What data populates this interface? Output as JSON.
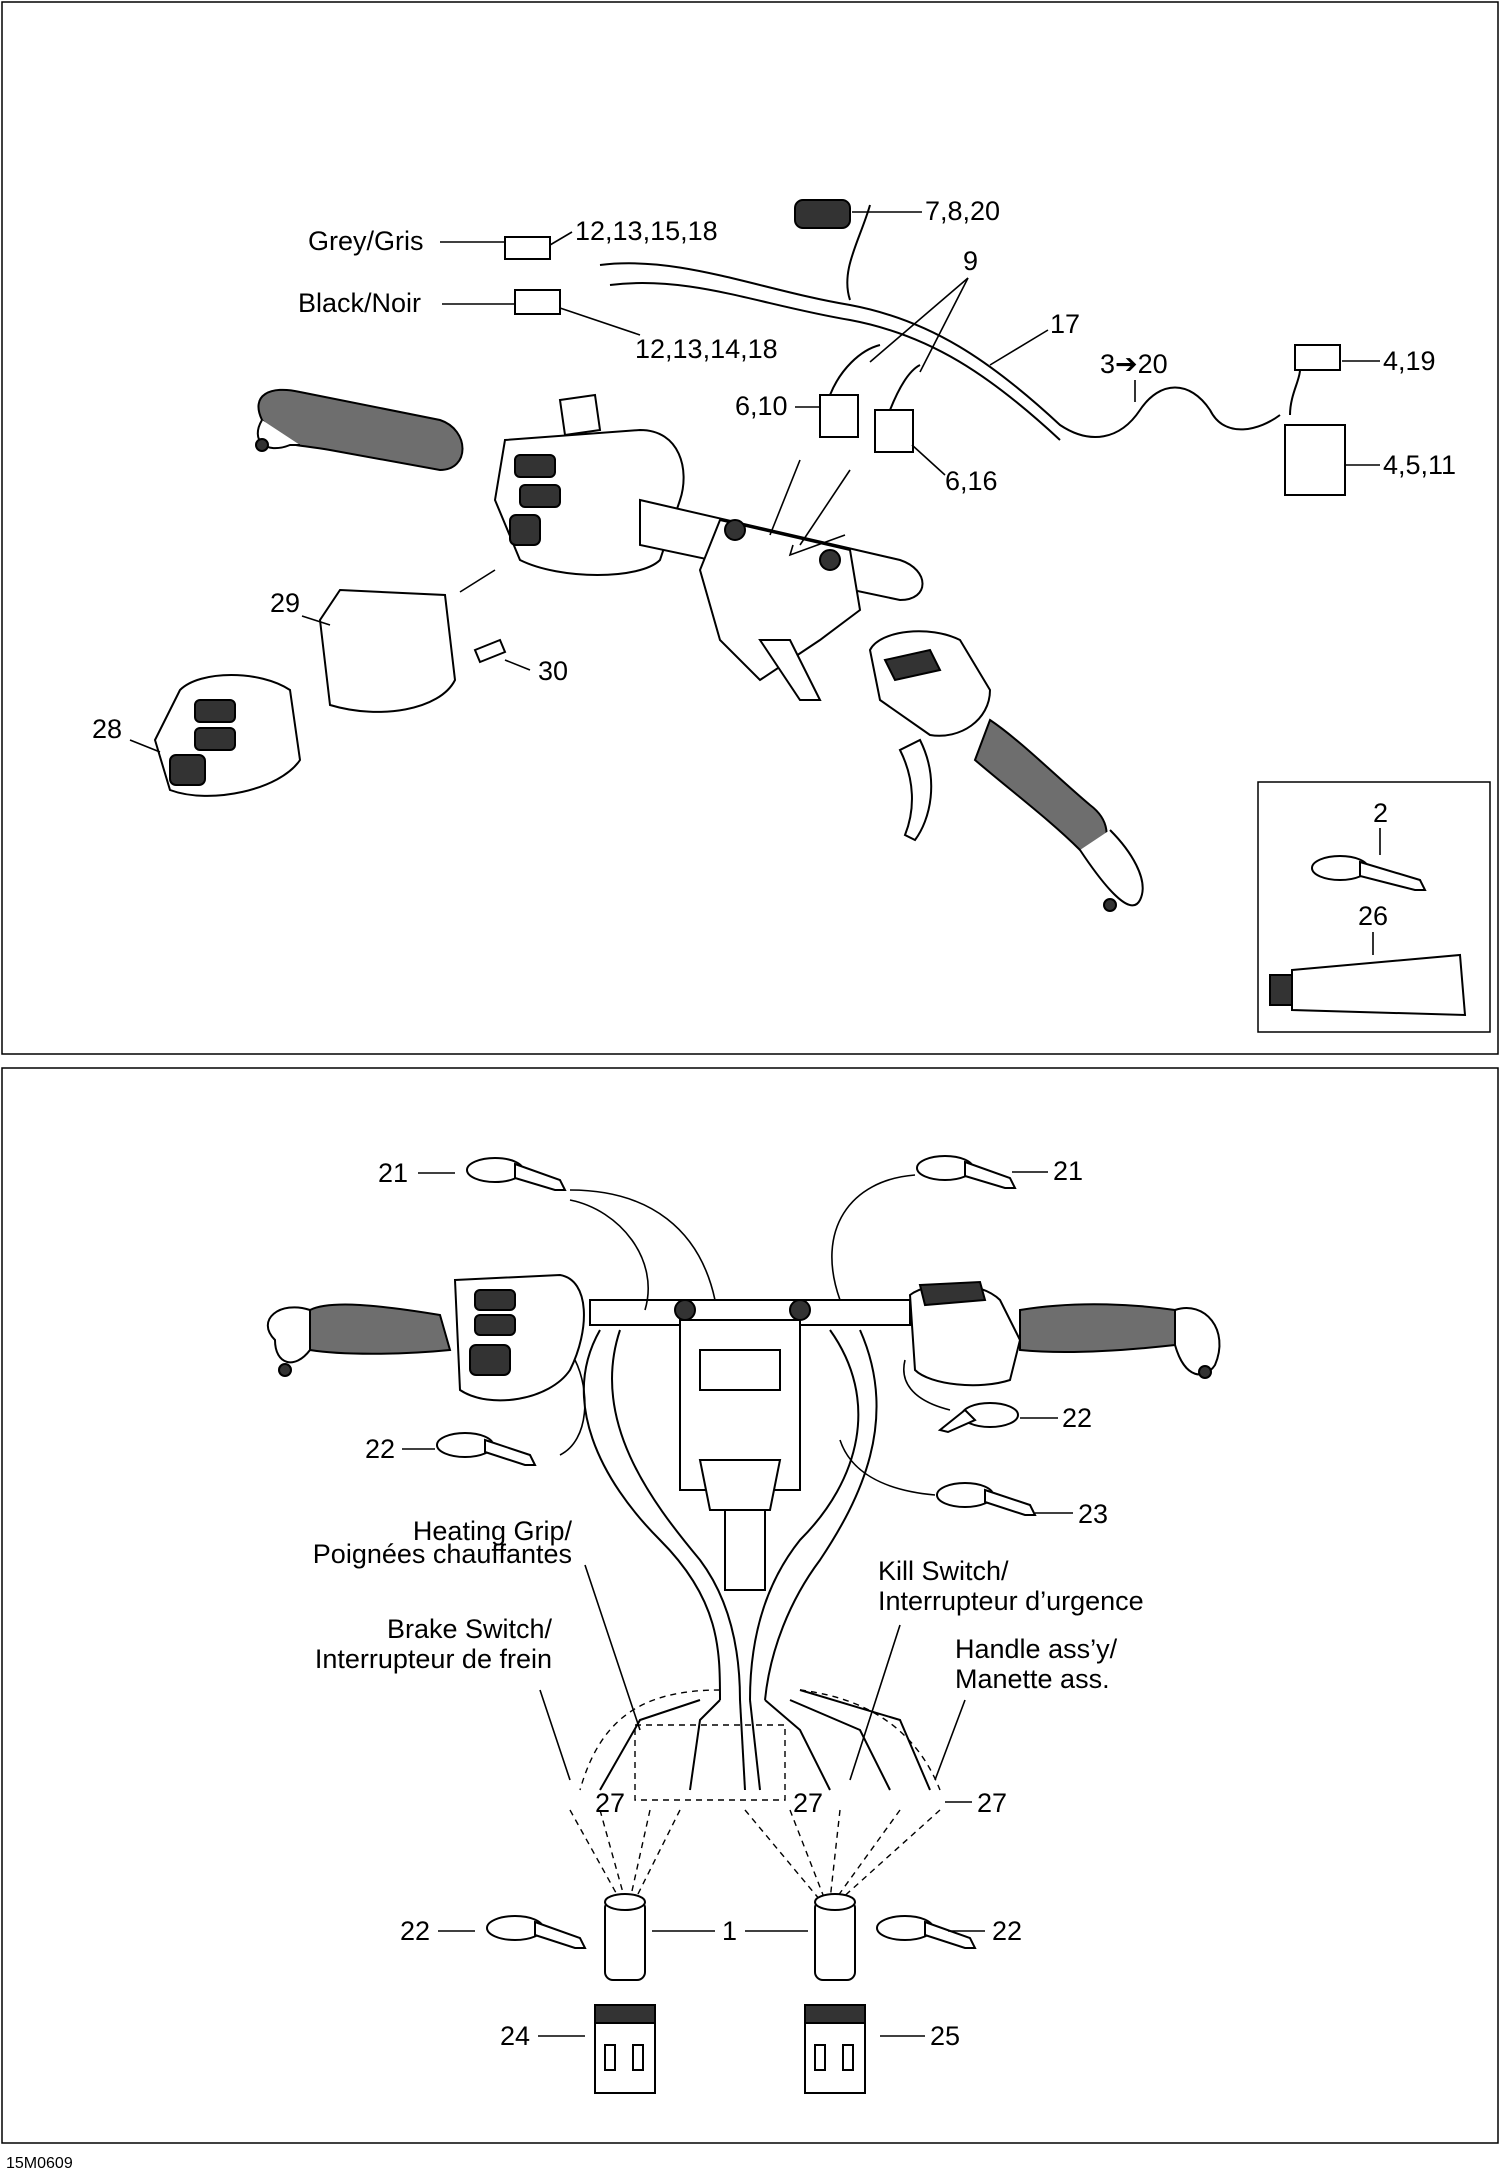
{
  "diagram_code": "15M0609",
  "top_panel": {
    "labels": {
      "grey_connector": "Grey/Gris",
      "grey_parts": "12,13,15,18",
      "black_connector": "Black/Noir",
      "black_parts": "12,13,14,18",
      "top_connector": "7,8,20",
      "clip": "9",
      "harness": "17",
      "range": "3➔20",
      "connector_a": "4,19",
      "module": "4,5,11",
      "plug_a": "6,10",
      "plug_b": "6,16",
      "housing": "29",
      "screw": "30",
      "switch_cover": "28"
    },
    "inset": {
      "tie": "2",
      "tube": "26"
    }
  },
  "bottom_panel": {
    "labels": {
      "tie_top_left": "21",
      "tie_top_right": "21",
      "tie_right": "22",
      "tie_left": "22",
      "tie_center": "23",
      "heating_grip": "Heating Grip/",
      "heating_grip_fr": "Poignées chauffantes",
      "brake_switch": "Brake Switch/",
      "brake_switch_fr": "Interrupteur de frein",
      "kill_switch": "Kill Switch/",
      "kill_switch_fr": "Interrupteur d’urgence",
      "handle_assy": "Handle ass’y/",
      "handle_assy_fr": "Manette ass.",
      "terminal_left": "27",
      "terminal_mid": "27",
      "terminal_right": "27",
      "tie_bottom_left": "22",
      "sleeve": "1",
      "tie_bottom_right": "22",
      "housing_left": "24",
      "housing_right": "25"
    }
  }
}
